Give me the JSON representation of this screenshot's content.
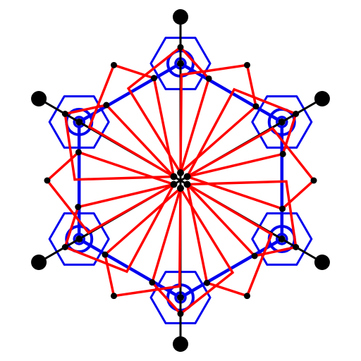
{
  "diagram": {
    "symmetry_order": 6,
    "elements": {
      "spokes": {
        "count": 6,
        "color": "#000000"
      },
      "outer_hexagon": {
        "color": "#0000ee"
      },
      "small_hexagons": {
        "count": 6,
        "color": "#0000ee"
      },
      "concentric_rings": {
        "count_per_node": 2,
        "color": "#0000ee"
      },
      "kite_quadrilaterals": {
        "count": 12,
        "color": "#ff0000"
      },
      "terminal_nodes": {
        "count": 6,
        "color": "#000000"
      },
      "small_vertices": {
        "count": 24,
        "color": "#000000"
      },
      "center_cluster": {
        "count": 6,
        "color": "#000000"
      }
    }
  }
}
